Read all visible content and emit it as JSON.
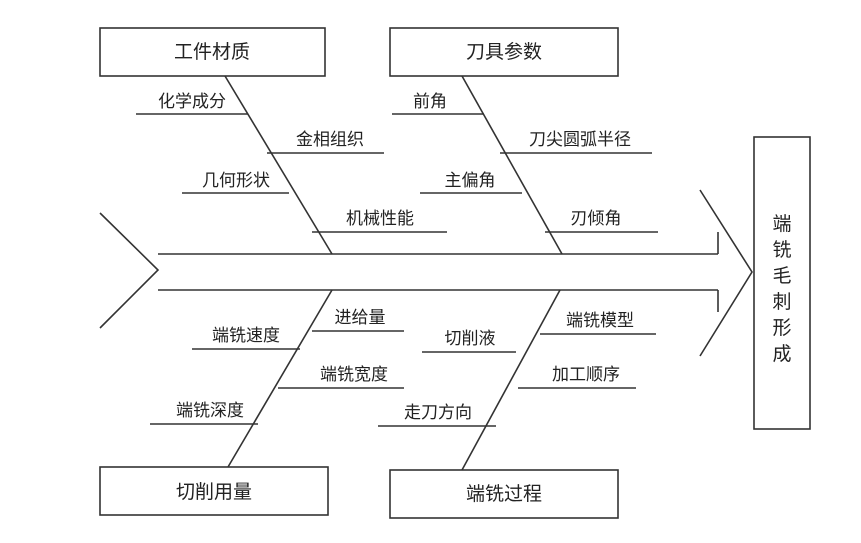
{
  "diagram": {
    "type": "fishbone",
    "effect": "端铣毛刺形成",
    "categories": [
      {
        "label": "工件材质",
        "causes": [
          "化学成分",
          "金相组织",
          "几何形状",
          "机械性能"
        ]
      },
      {
        "label": "刀具参数",
        "causes": [
          "前角",
          "刀尖圆弧半径",
          "主偏角",
          "刃倾角"
        ]
      },
      {
        "label": "切削用量",
        "causes": [
          "端铣速度",
          "进给量",
          "端铣宽度",
          "端铣深度"
        ]
      },
      {
        "label": "端铣过程",
        "causes": [
          "切削液",
          "端铣模型",
          "加工顺序",
          "走刀方向"
        ]
      }
    ]
  }
}
